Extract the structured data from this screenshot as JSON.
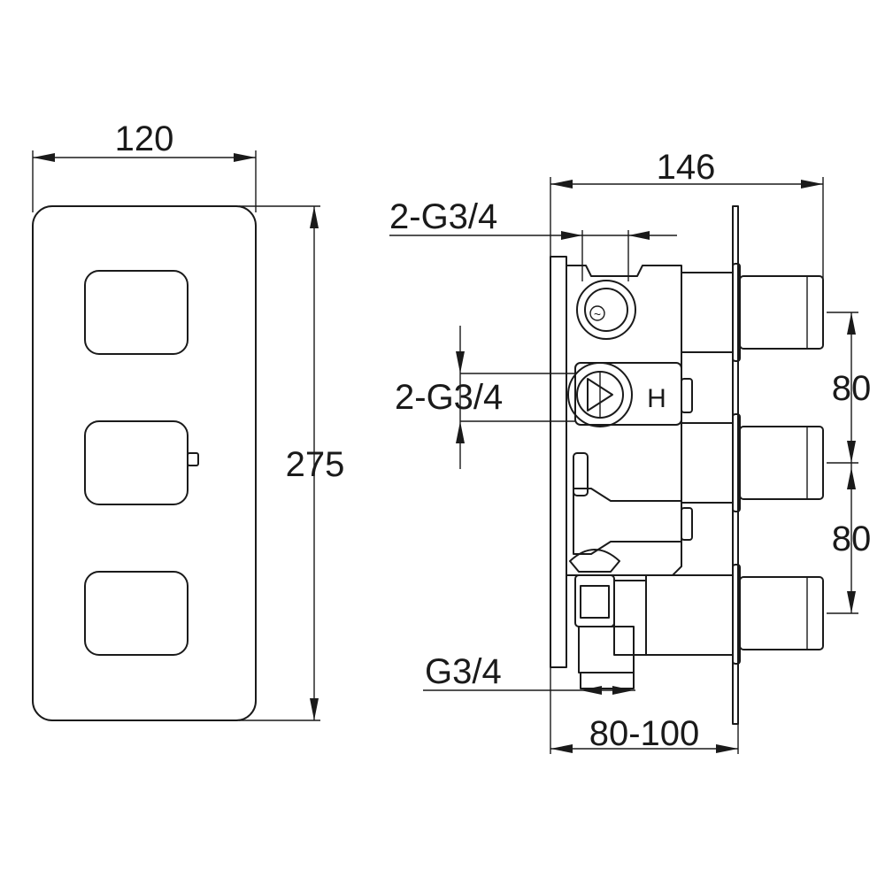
{
  "dimensions": {
    "front_width": "120",
    "front_height": "275",
    "side_depth": "146",
    "top_inlets": "2-G3/4",
    "middle_inlets": "2-G3/4",
    "spacing_upper": "80",
    "spacing_lower": "80",
    "bottom_outlet": "G3/4",
    "install_depth": "80-100"
  },
  "valve_markings": {
    "cold_symbol": "~",
    "hot_symbol": "H"
  }
}
